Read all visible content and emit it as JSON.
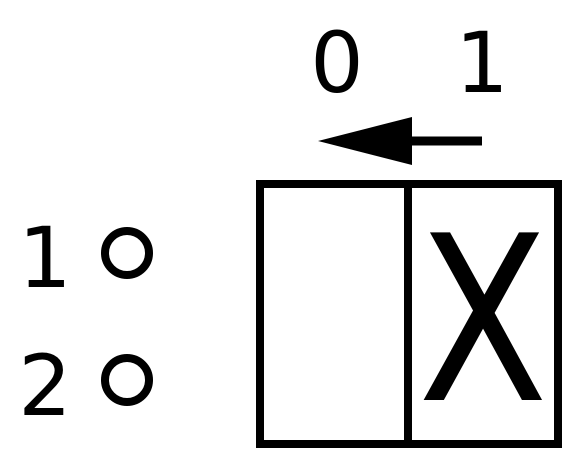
{
  "diagram": {
    "positions": [
      "0",
      "1"
    ],
    "contacts": [
      "1",
      "2"
    ],
    "matrix": {
      "cell_mark": "X"
    },
    "colors": {
      "stroke": "#000000",
      "background": "#ffffff"
    }
  }
}
